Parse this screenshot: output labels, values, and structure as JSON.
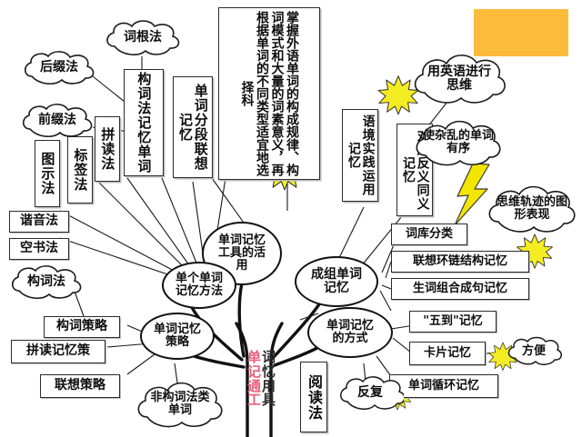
{
  "image": {
    "kind": "hand-drawn mind map (diagram)",
    "language": "Chinese",
    "background_color": "#ffffff"
  },
  "colors": {
    "ink": "#111111",
    "trunk_red": "#e8607b",
    "trunk_dark": "#2c2c2c",
    "starburst_yellow": "#f4ec23",
    "lightning_yellow": "#f2e500",
    "orange_block": "#fdbb3c",
    "box_shadow": "#bdbdbd"
  },
  "trunk": {
    "name": "单词记忆通用工具",
    "left_column_chars": [
      "单",
      "记",
      "通",
      "工"
    ],
    "right_column_chars": [
      "词",
      "忆",
      "用",
      "具"
    ],
    "left_color": "#e8607b",
    "right_color": "#2c2c2c"
  },
  "branches": [
    {
      "id": "b1",
      "label": "单词记忆工具的活用",
      "shape": "ellipse"
    },
    {
      "id": "b2",
      "label": "单个单词记忆方法",
      "shape": "ellipse"
    },
    {
      "id": "b3",
      "label": "单词记忆策略",
      "shape": "ellipse"
    },
    {
      "id": "b4",
      "label": "成组单词记忆",
      "shape": "ellipse"
    },
    {
      "id": "b5",
      "label": "单词记忆的方式",
      "shape": "ellipse"
    }
  ],
  "nodes": {
    "clouds": [
      {
        "id": "c1",
        "label": "词根法"
      },
      {
        "id": "c2",
        "label": "后缀法"
      },
      {
        "id": "c3",
        "label": "前缀法"
      },
      {
        "id": "c4",
        "label": "构词法"
      },
      {
        "id": "c5",
        "label": "非构词法类单词"
      },
      {
        "id": "c6",
        "label": "用英语进行思维"
      },
      {
        "id": "c7",
        "label": "使杂乱的单词有序"
      },
      {
        "id": "c8",
        "label": "思维轨迹的图形表现"
      },
      {
        "id": "c9",
        "label": "方便"
      },
      {
        "id": "c10",
        "label": "反复"
      }
    ],
    "vertical_boxes": [
      {
        "id": "v1",
        "label": "构词法记忆单词",
        "columns": [
          "构法忆词",
          "词记单"
        ]
      },
      {
        "id": "v2",
        "label": "单词分段联想记忆",
        "columns": [
          "单分联记",
          "词段想忆"
        ]
      },
      {
        "id": "v3",
        "label": "掌握外语单词的构成规律、构词模式和大量的词素意义，再根据单词的不同类型适宜地选择科",
        "columns": []
      },
      {
        "id": "v4",
        "label": "语境实践运用记忆",
        "columns": [
          "语实运记",
          "境践用忆"
        ]
      },
      {
        "id": "v5",
        "label": "对应反义同义记忆",
        "columns": [
          "对反同记",
          "应义义忆"
        ]
      },
      {
        "id": "v6",
        "label": "拼读法",
        "columns": []
      },
      {
        "id": "v7",
        "label": "图示法",
        "columns": []
      },
      {
        "id": "v8",
        "label": "标签法",
        "columns": []
      },
      {
        "id": "v9",
        "label": "阅读法",
        "columns": []
      }
    ],
    "rect_boxes": [
      {
        "id": "r1",
        "label": "谐音法"
      },
      {
        "id": "r2",
        "label": "空书法"
      },
      {
        "id": "r3",
        "label": "构词策略"
      },
      {
        "id": "r4",
        "label": "拼读记忆策"
      },
      {
        "id": "r5",
        "label": "联想策略"
      },
      {
        "id": "r6",
        "label": "词库分类"
      },
      {
        "id": "r7",
        "label": "联想环链结构记忆"
      },
      {
        "id": "r8",
        "label": "生词组合成句记忆"
      },
      {
        "id": "r9",
        "label": "\"五到\"记忆"
      },
      {
        "id": "r10",
        "label": "卡片记忆"
      },
      {
        "id": "r11",
        "label": "单词循环记忆"
      }
    ]
  },
  "decorations": {
    "starburst_count": 6,
    "lightning_count": 1,
    "orange_block_present": true
  }
}
